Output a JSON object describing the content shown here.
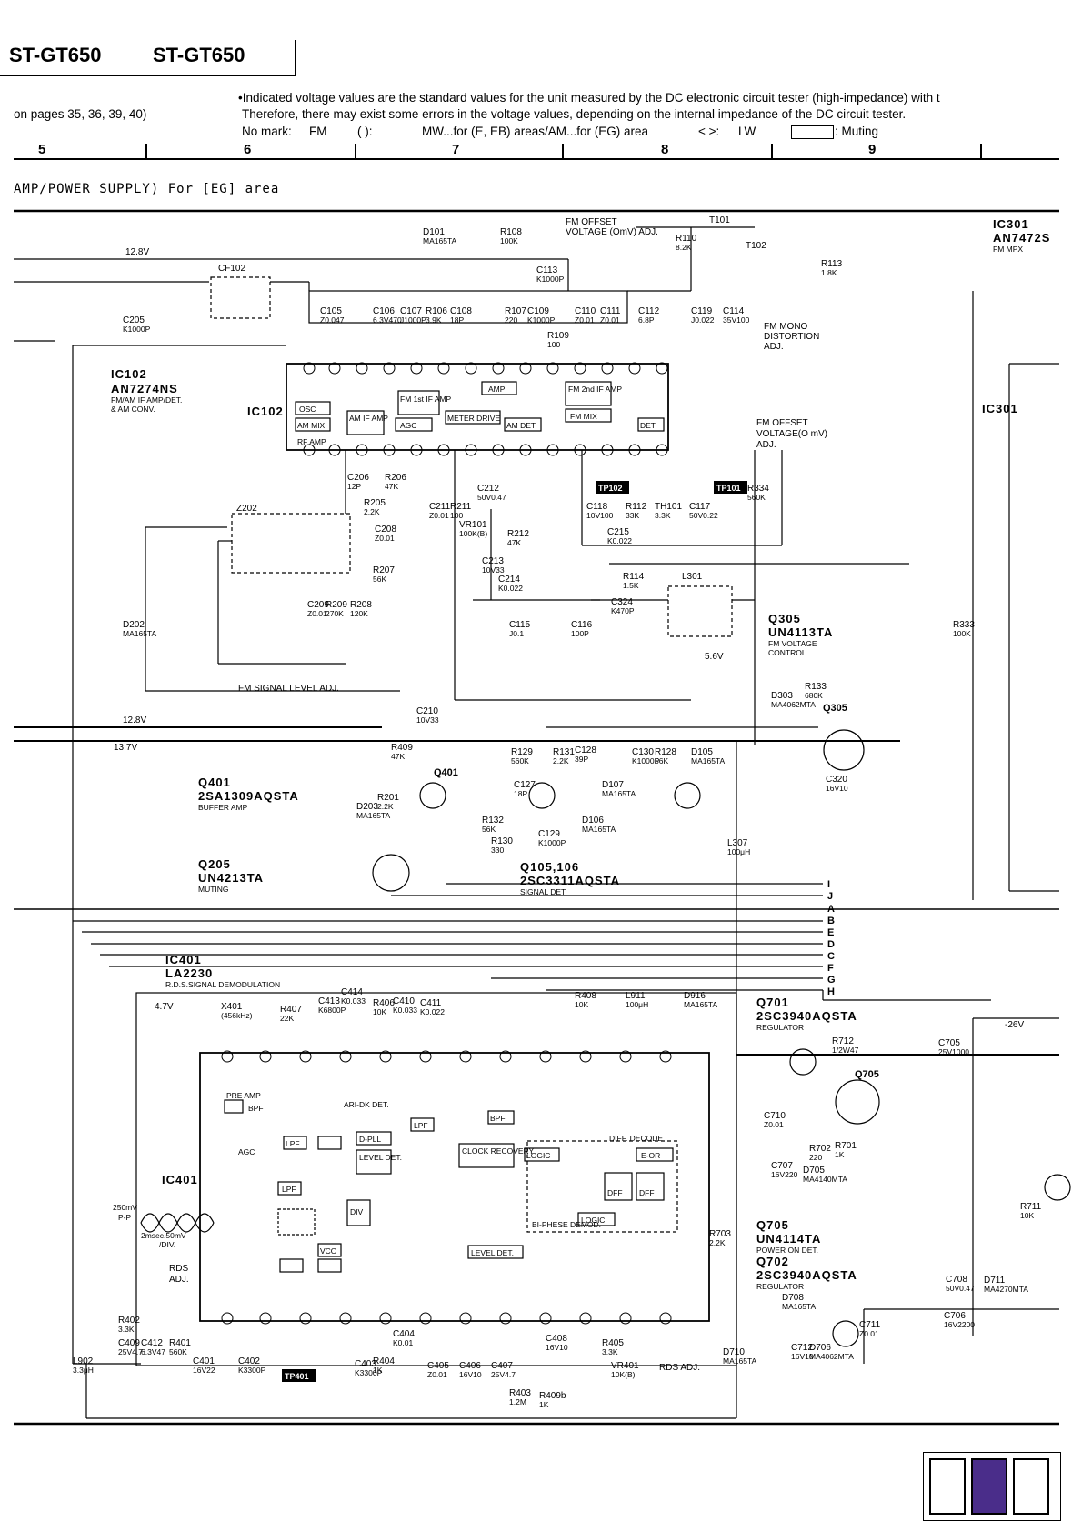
{
  "header": {
    "model_left": "ST-GT650",
    "model_right": "ST-GT650"
  },
  "notes": {
    "pages": "on pages 35, 36, 39, 40)",
    "line1": "•Indicated voltage values are the standard values for the unit measured by the DC electronic circuit tester (high-impedance) with t",
    "line2": "Therefore, there may exist some errors in the voltage values, depending on the internal impedance of the DC circuit tester.",
    "legend_nomark": "No mark:",
    "legend_fm": "FM",
    "legend_paren": "(     ):",
    "legend_mw": "MW...for (E, EB) areas/AM...for (EG) area",
    "legend_lw_sym": "< >:",
    "legend_lw": "LW",
    "legend_muting": ": Muting"
  },
  "grid_columns": [
    "5",
    "6",
    "7",
    "8",
    "9"
  ],
  "section_title": "AMP/POWER SUPPLY) For [EG] area",
  "ics": {
    "ic102": {
      "ref": "IC102",
      "part": "AN7274NS",
      "desc1": "FM/AM IF AMP/DET.",
      "desc2": "& AM CONV."
    },
    "ic301": {
      "ref": "IC301",
      "part": "AN7472S",
      "desc": "FM MPX"
    },
    "ic401": {
      "ref": "IC401",
      "part": "LA2230",
      "desc": "R.D.S.SIGNAL DEMODULATION"
    }
  },
  "ic102_blocks": [
    "OSC",
    "AM MIX",
    "RF AMP",
    "AM IF AMP",
    "AGC",
    "FM 1st IF AMP",
    "METER DRIVE",
    "AM DET",
    "AMP",
    "FM 2nd IF AMP",
    "FM MIX",
    "DET"
  ],
  "ic401_blocks": [
    "PRE AMP",
    "BPF",
    "ARI-DK DET.",
    "LPF",
    "D-PLL",
    "LEVEL DET.",
    "AGC",
    "LPF",
    "DIV",
    "VCO",
    "LPF",
    "BPF",
    "CLOCK RECOVERY",
    "LOGIC",
    "DIFF. DECODE",
    "E-OR",
    "DFF",
    "DFF",
    "LOGIC",
    "BI-PHESE DEMOD.",
    "LEVEL DET."
  ],
  "transistors": [
    {
      "ref": "Q401",
      "part": "2SA1309AQSTA",
      "desc": "BUFFER AMP"
    },
    {
      "ref": "Q205",
      "part": "UN4213TA",
      "desc": "MUTING"
    },
    {
      "ref": "Q105,106",
      "part": "2SC3311AQSTA",
      "desc": "SIGNAL DET."
    },
    {
      "ref": "Q305",
      "part": "UN4113TA",
      "desc1": "FM VOLTAGE",
      "desc2": "CONTROL"
    },
    {
      "ref": "Q701",
      "part": "2SC3940AQSTA",
      "desc": "REGULATOR"
    },
    {
      "ref": "Q705",
      "part": "UN4114TA",
      "desc": "POWER ON DET."
    },
    {
      "ref": "Q702",
      "part": "2SC3940AQSTA",
      "desc": "REGULATOR"
    }
  ],
  "annotations": {
    "fm_offset_top": "FM OFFSET",
    "fm_offset_top2": "VOLTAGE (OmV) ADJ.",
    "fm_mono1": "FM MONO",
    "fm_mono2": "DISTORTION",
    "fm_mono3": "ADJ.",
    "fm_offset_mid1": "FM OFFSET",
    "fm_offset_mid2": "VOLTAGE(O mV)",
    "fm_offset_mid3": "ADJ.",
    "fm_signal": "FM SIGNAL LEVEL ADJ.",
    "rds_adj": "RDS ADJ.",
    "rds_adj2": "RDS",
    "rds_adj3": "ADJ.",
    "scope1": "250mV",
    "scope2": "P-P",
    "scope3": "2msec.50mV",
    "scope4": "/DIV."
  },
  "test_points": [
    "TP102",
    "TP101",
    "TP401"
  ],
  "connector_pins": [
    "I",
    "J",
    "A",
    "B",
    "E",
    "D",
    "C",
    "F",
    "G",
    "H"
  ],
  "voltages": {
    "v128": "12.8V",
    "v137": "13.7V",
    "v47": "4.7V",
    "v56": "5.6V",
    "v26": "-26V"
  },
  "components": [
    {
      "ref": "D101",
      "val": "MA165TA"
    },
    {
      "ref": "R108",
      "val": "100K"
    },
    {
      "ref": "T101",
      "val": ""
    },
    {
      "ref": "T102",
      "val": ""
    },
    {
      "ref": "R110",
      "val": "8.2K"
    },
    {
      "ref": "R113",
      "val": "1.8K"
    },
    {
      "ref": "CF102",
      "val": ""
    },
    {
      "ref": "C205",
      "val": "K1000P"
    },
    {
      "ref": "C105",
      "val": "Z0.047"
    },
    {
      "ref": "C106",
      "val": "6.3V470"
    },
    {
      "ref": "C107",
      "val": "J1000P"
    },
    {
      "ref": "R106",
      "val": "3.9K"
    },
    {
      "ref": "C108",
      "val": "18P"
    },
    {
      "ref": "R107",
      "val": "220"
    },
    {
      "ref": "C109",
      "val": "K1000P"
    },
    {
      "ref": "R109",
      "val": "100"
    },
    {
      "ref": "C110",
      "val": "Z0.01"
    },
    {
      "ref": "C111",
      "val": "Z0.01"
    },
    {
      "ref": "C112",
      "val": "6.8P"
    },
    {
      "ref": "C119",
      "val": "J0.022"
    },
    {
      "ref": "C114",
      "val": "35V100"
    },
    {
      "ref": "C113",
      "val": "K1000P"
    },
    {
      "ref": "C206",
      "val": "12P"
    },
    {
      "ref": "R206",
      "val": "47K"
    },
    {
      "ref": "R205",
      "val": "2.2K"
    },
    {
      "ref": "Z202",
      "val": ""
    },
    {
      "ref": "C208",
      "val": "Z0.01"
    },
    {
      "ref": "C211",
      "val": "Z0.01"
    },
    {
      "ref": "R211",
      "val": "100"
    },
    {
      "ref": "C212",
      "val": "50V0.47"
    },
    {
      "ref": "VR101",
      "val": "100K(B)"
    },
    {
      "ref": "R212",
      "val": "47K"
    },
    {
      "ref": "C213",
      "val": "10V33"
    },
    {
      "ref": "C214",
      "val": "K0.022"
    },
    {
      "ref": "C118",
      "val": "10V100"
    },
    {
      "ref": "R112",
      "val": "33K"
    },
    {
      "ref": "TH101",
      "val": "3.3K"
    },
    {
      "ref": "C117",
      "val": "50V0.22"
    },
    {
      "ref": "R334",
      "val": "560K"
    },
    {
      "ref": "C215",
      "val": "K0.022"
    },
    {
      "ref": "R207",
      "val": "56K"
    },
    {
      "ref": "C209",
      "val": "Z0.01"
    },
    {
      "ref": "R209",
      "val": "270K"
    },
    {
      "ref": "R208",
      "val": "120K"
    },
    {
      "ref": "C115",
      "val": "J0.1"
    },
    {
      "ref": "C116",
      "val": "100P"
    },
    {
      "ref": "R114",
      "val": "1.5K"
    },
    {
      "ref": "L301",
      "val": ""
    },
    {
      "ref": "C324",
      "val": "K470P"
    },
    {
      "ref": "D202",
      "val": "MA165TA"
    },
    {
      "ref": "C210",
      "val": "10V33"
    },
    {
      "ref": "R133",
      "val": "680K"
    },
    {
      "ref": "D303",
      "val": "MA4062MTA"
    },
    {
      "ref": "R409",
      "val": "47K"
    },
    {
      "ref": "R129",
      "val": "560K"
    },
    {
      "ref": "R131",
      "val": "2.2K"
    },
    {
      "ref": "C128",
      "val": "39P"
    },
    {
      "ref": "C130",
      "val": "K1000P"
    },
    {
      "ref": "R128",
      "val": "56K"
    },
    {
      "ref": "D105",
      "val": "MA165TA"
    },
    {
      "ref": "C127",
      "val": "18P"
    },
    {
      "ref": "D107",
      "val": "MA165TA"
    },
    {
      "ref": "C320",
      "val": "16V10"
    },
    {
      "ref": "R201",
      "val": "2.2K"
    },
    {
      "ref": "D203",
      "val": "MA165TA"
    },
    {
      "ref": "R132",
      "val": "56K"
    },
    {
      "ref": "R130",
      "val": "330"
    },
    {
      "ref": "C129",
      "val": "K1000P"
    },
    {
      "ref": "D106",
      "val": "MA165TA"
    },
    {
      "ref": "L307",
      "val": "100μH"
    },
    {
      "ref": "R333",
      "val": "100K"
    },
    {
      "ref": "X401",
      "val": "(456kHz)"
    },
    {
      "ref": "R407",
      "val": "22K"
    },
    {
      "ref": "C413",
      "val": "K6800P"
    },
    {
      "ref": "C414",
      "val": "K0.033"
    },
    {
      "ref": "R406",
      "val": "10K"
    },
    {
      "ref": "C410",
      "val": "K0.033"
    },
    {
      "ref": "C411",
      "val": "K0.022"
    },
    {
      "ref": "R408",
      "val": "10K"
    },
    {
      "ref": "L911",
      "val": "100μH"
    },
    {
      "ref": "D916",
      "val": "MA165TA"
    },
    {
      "ref": "R712",
      "val": "1/2W47"
    },
    {
      "ref": "C705",
      "val": "25V1000"
    },
    {
      "ref": "C710",
      "val": "Z0.01"
    },
    {
      "ref": "R702",
      "val": "220"
    },
    {
      "ref": "R701",
      "val": "1K"
    },
    {
      "ref": "C707",
      "val": "16V220"
    },
    {
      "ref": "D705",
      "val": "MA4140MTA"
    },
    {
      "ref": "R703",
      "val": "2.2K"
    },
    {
      "ref": "D708",
      "val": "MA165TA"
    },
    {
      "ref": "C712",
      "val": "16V10"
    },
    {
      "ref": "D706",
      "val": "MA4062MTA"
    },
    {
      "ref": "D710",
      "val": "MA165TA"
    },
    {
      "ref": "C711",
      "val": "Z0.01"
    },
    {
      "ref": "C706",
      "val": "16V2200"
    },
    {
      "ref": "C708",
      "val": "50V0.47"
    },
    {
      "ref": "D711",
      "val": "MA4270MTA"
    },
    {
      "ref": "R711",
      "val": "10K"
    },
    {
      "ref": "R402",
      "val": "3.3K"
    },
    {
      "ref": "C409",
      "val": "25V4.7"
    },
    {
      "ref": "C412",
      "val": "6.3V47"
    },
    {
      "ref": "R401",
      "val": "560K"
    },
    {
      "ref": "C401",
      "val": "16V22"
    },
    {
      "ref": "C402",
      "val": "K3300P"
    },
    {
      "ref": "C403",
      "val": "K3300P"
    },
    {
      "ref": "R404",
      "val": "1K"
    },
    {
      "ref": "C404",
      "val": "K0.01"
    },
    {
      "ref": "C405",
      "val": "Z0.01"
    },
    {
      "ref": "C406",
      "val": "16V10"
    },
    {
      "ref": "C407",
      "val": "25V4.7"
    },
    {
      "ref": "R403",
      "val": "1.2M"
    },
    {
      "ref": "R409b",
      "val": "1K"
    },
    {
      "ref": "C408",
      "val": "16V10"
    },
    {
      "ref": "R405",
      "val": "3.3K"
    },
    {
      "ref": "VR401",
      "val": "10K(B)"
    },
    {
      "ref": "L902",
      "val": "3.3μH"
    }
  ]
}
